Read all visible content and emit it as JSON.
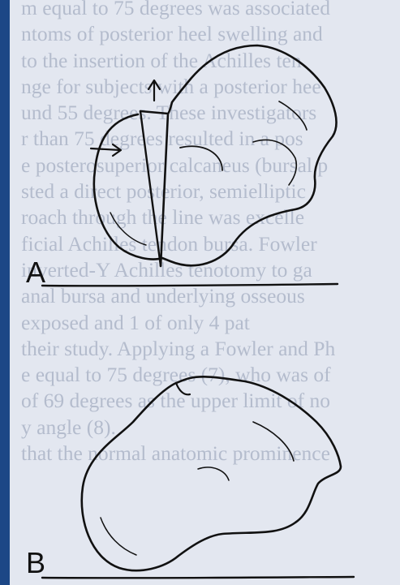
{
  "figure": {
    "labels": {
      "a": "A",
      "b": "B"
    },
    "background_text_lines": [
      "m equal to 75 degrees was associated",
      "ntoms of posterior heel swelling and",
      "to the insertion of the Achilles ten",
      "nge for subjects with a posterior hee",
      "und 55 degrees. These investigators",
      "r than 75 degrees resulted in a pos",
      "e posterosuperior calcaneus (bursal p",
      "sted a direct posterior, semielliptic",
      "roach through the line was excelle",
      "ficial Achilles tendon bursa. Fowler",
      "inverted-Y Achilles tenotomy to ga",
      "anal bursa and underlying osseous",
      "exposed and 1 of only 4 pat",
      "their study. Applying a Fowler and Ph",
      "e equal to 75 degrees (7), who was of",
      "of 69 degrees as the upper limit of no",
      "y angle (8).",
      "that the normal anatomic prominence"
    ]
  },
  "colors": {
    "frame": "#1c4786",
    "paper": "#e3e7f0",
    "ink": "#111111",
    "ghost_text": "#b4bccd"
  }
}
